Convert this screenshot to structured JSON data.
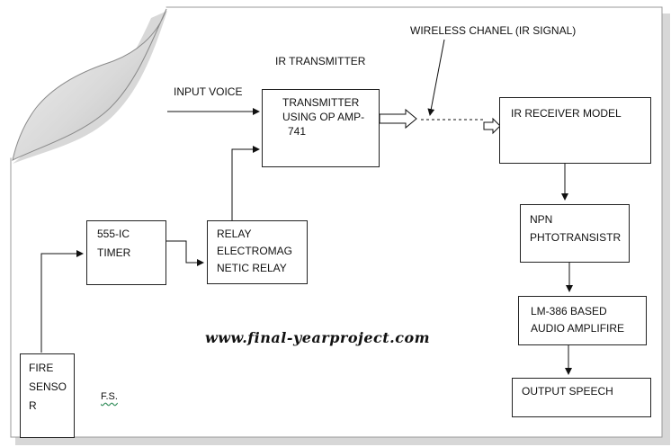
{
  "labels": {
    "wireless_channel": "WIRELESS CHANEL (IR SIGNAL)",
    "ir_transmitter": "IR TRANSMITTER",
    "input_voice": "INPUT VOICE",
    "fs": "F.S."
  },
  "blocks": {
    "transmitter": [
      "TRANSMITTER",
      "USING OP AMP-",
      "741"
    ],
    "ir_receiver": [
      "IR RECEIVER MODEL"
    ],
    "npn": [
      "NPN",
      "PHTOTRANSISTR"
    ],
    "lm386": [
      "LM-386 BASED",
      "AUDIO AMPLIFIRE"
    ],
    "output": [
      "OUTPUT SPEECH"
    ],
    "timer": [
      "555-IC",
      "TIMER"
    ],
    "relay": [
      "RELAY",
      "ELECTROMAG",
      "NETIC RELAY"
    ],
    "fire_sensor": [
      "FIRE",
      "SENSO",
      "R"
    ]
  },
  "watermark": "www.final-yearproject.com",
  "colors": {
    "page_shadow": "#9a9a9a",
    "curl": "#d8d8d8",
    "line": "#111111"
  }
}
